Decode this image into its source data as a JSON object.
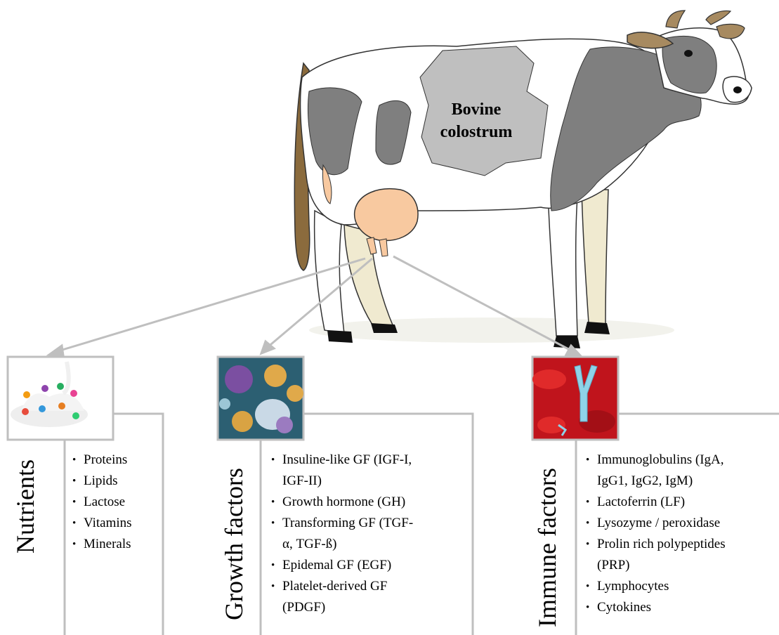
{
  "cow": {
    "label_line1": "Bovine",
    "label_line2": "colostrum"
  },
  "categories": [
    {
      "id": "nutrients",
      "title": "Nutrients",
      "icon": "milk-splash-icon",
      "items": [
        "Proteins",
        "Lipids",
        "Lactose",
        "Vitamins",
        "Minerals"
      ]
    },
    {
      "id": "growth",
      "title": "Growth factors",
      "icon": "cells-icon",
      "items": [
        "Insuline-like GF (IGF-I,",
        "IGF-II)",
        "Growth hormone (GH)",
        "Transforming GF (TGF-",
        "α, TGF-ß)",
        "Epidemal GF (EGF)",
        "Platelet-derived GF",
        "(PDGF)"
      ]
    },
    {
      "id": "immune",
      "title": "Immune factors",
      "icon": "antibody-icon",
      "items": [
        "Immunoglobulins (IgA,",
        "IgG1, IgG2, IgM)",
        "Lactoferrin (LF)",
        "Lysozyme / peroxidase",
        "Prolin rich polypeptides",
        "(PRP)",
        "Lymphocytes",
        "Cytokines"
      ]
    }
  ],
  "colors": {
    "frame": "#bfbfbf",
    "cow_patch": "#7f7f7f",
    "label_patch": "#bfbfbf",
    "udder": "#f8c9a0",
    "blood": "#c0141c"
  }
}
